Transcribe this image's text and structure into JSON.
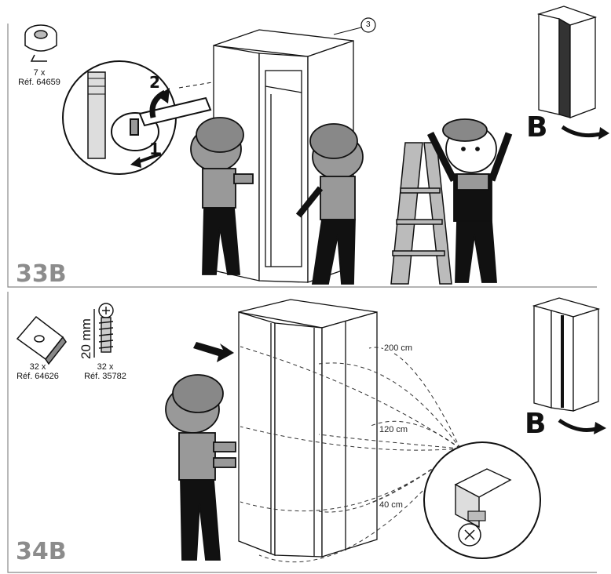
{
  "step_33b": {
    "label": "33B",
    "part": {
      "qty": "7 x",
      "ref": "Réf. 64659"
    },
    "arrow_1": "1",
    "arrow_2": "2",
    "callout": "3",
    "direction": "B"
  },
  "step_34b": {
    "label": "34B",
    "parts": [
      {
        "qty": "32 x",
        "ref": "Réf. 64626"
      },
      {
        "qty": "32 x",
        "ref": "Réf. 35782",
        "length": "20 mm"
      }
    ],
    "dimensions": [
      "200 cm",
      "120 cm",
      "40 cm"
    ],
    "direction": "B"
  }
}
